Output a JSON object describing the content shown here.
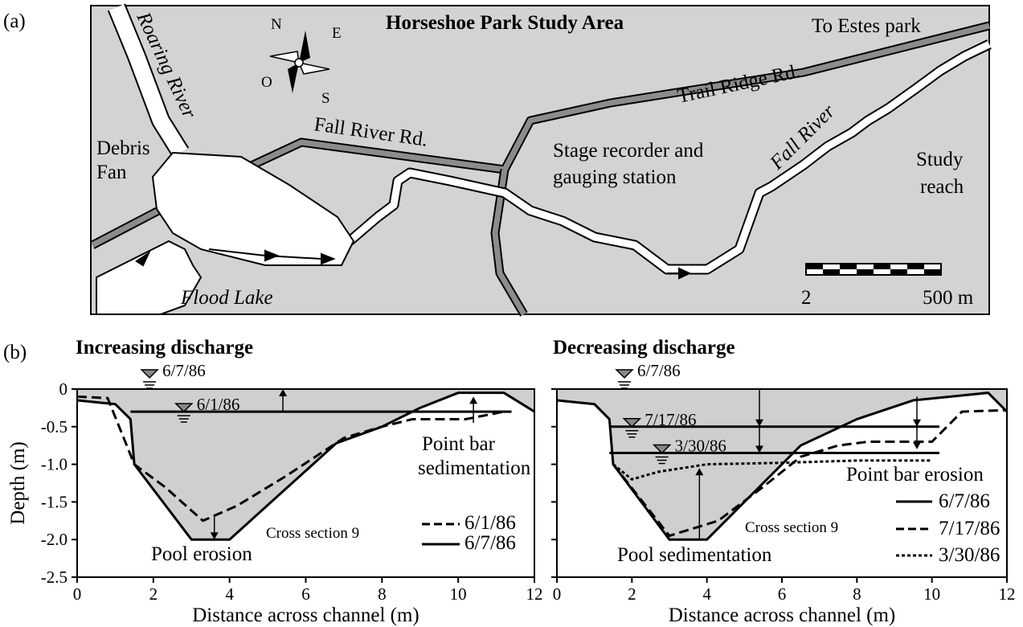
{
  "panel_a": {
    "label": "(a)",
    "title": "Horseshoe Park Study Area",
    "to_estes": "To Estes park",
    "roads": [
      "Trail Ridge Rd.",
      "Fall River Rd."
    ],
    "rivers": [
      "Roaring River",
      "Fall River"
    ],
    "debris_fan": [
      "Debris",
      "Fan"
    ],
    "stage_recorder": [
      "Stage recorder and",
      "gauging station"
    ],
    "study_reach": [
      "Study",
      "reach"
    ],
    "flood_lake": "Flood Lake",
    "compass": [
      "N",
      "E",
      "S",
      "O"
    ],
    "scale": {
      "left": "2",
      "right": "500 m"
    }
  },
  "panel_b": {
    "label": "(b)",
    "left": {
      "title": "Increasing discharge",
      "stage_labels": [
        "6/7/86",
        "6/1/86"
      ],
      "annotations": [
        "Point bar",
        "sedimentation",
        "Pool erosion",
        "Cross section 9"
      ],
      "legend": [
        {
          "label": "6/1/86",
          "style": "dash"
        },
        {
          "label": "6/7/86",
          "style": "solid"
        }
      ]
    },
    "right": {
      "title": "Decreasing discharge",
      "stage_labels": [
        "6/7/86",
        "7/17/86",
        "3/30/86"
      ],
      "annotations": [
        "Point bar erosion",
        "Pool sedimentation",
        "Cross section 9"
      ],
      "legend": [
        {
          "label": "6/7/86",
          "style": "solid"
        },
        {
          "label": "7/17/86",
          "style": "dash"
        },
        {
          "label": "3/30/86",
          "style": "dot"
        }
      ]
    }
  },
  "chart_data": [
    {
      "type": "line",
      "title": "Increasing discharge",
      "xlabel": "Distance across channel (m)",
      "ylabel": "Depth (m)",
      "xlim": [
        0,
        12
      ],
      "ylim": [
        -2.5,
        0
      ],
      "xticks": [
        0,
        2,
        4,
        6,
        8,
        10,
        12
      ],
      "yticks": [
        "0",
        "-0.5",
        "-1.0",
        "-1.5",
        "-2.0",
        "-2.5"
      ],
      "water_levels": [
        {
          "date": "6/7/86",
          "depth": 0
        },
        {
          "date": "6/1/86",
          "depth": -0.3
        }
      ],
      "series": [
        {
          "name": "6/1/86",
          "style": "dash",
          "x": [
            0,
            0.8,
            1.5,
            2.3,
            3.3,
            4.2,
            5.5,
            7.0,
            8.0,
            8.8,
            10.2,
            11.2
          ],
          "y": [
            -0.1,
            -0.12,
            -1.0,
            -1.3,
            -1.75,
            -1.55,
            -1.15,
            -0.65,
            -0.5,
            -0.4,
            -0.4,
            -0.3
          ]
        },
        {
          "name": "6/7/86",
          "style": "solid",
          "x": [
            0,
            1.0,
            1.4,
            1.5,
            3.0,
            4.0,
            6.8,
            8.0,
            9.0,
            10.0,
            11.2,
            12.0
          ],
          "y": [
            -0.15,
            -0.2,
            -0.4,
            -1.0,
            -2.0,
            -2.0,
            -0.72,
            -0.5,
            -0.25,
            -0.05,
            -0.05,
            -0.3
          ]
        }
      ]
    },
    {
      "type": "line",
      "title": "Decreasing discharge",
      "xlabel": "Distance across channel (m)",
      "ylabel": "",
      "xlim": [
        0,
        12
      ],
      "ylim": [
        -2.5,
        0
      ],
      "xticks": [
        0,
        2,
        4,
        6,
        8,
        10,
        12
      ],
      "yticks": [],
      "water_levels": [
        {
          "date": "6/7/86",
          "depth": 0
        },
        {
          "date": "7/17/86",
          "depth": -0.5
        },
        {
          "date": "3/30/86",
          "depth": -0.85
        }
      ],
      "series": [
        {
          "name": "6/7/86",
          "style": "solid",
          "x": [
            0,
            1.0,
            1.4,
            1.5,
            3.0,
            4.0,
            6.5,
            8.0,
            9.5,
            10.5,
            11.5,
            12.0
          ],
          "y": [
            -0.15,
            -0.2,
            -0.4,
            -1.0,
            -2.0,
            -2.0,
            -0.75,
            -0.4,
            -0.15,
            -0.1,
            -0.05,
            -0.3
          ]
        },
        {
          "name": "7/17/86",
          "style": "dash",
          "x": [
            1.5,
            3.0,
            4.3,
            5.5,
            6.5,
            7.5,
            8.3,
            10.0,
            10.8,
            12.0
          ],
          "y": [
            -1.0,
            -1.95,
            -1.75,
            -1.3,
            -0.9,
            -0.75,
            -0.7,
            -0.7,
            -0.3,
            -0.28
          ]
        },
        {
          "name": "3/30/86",
          "style": "dot",
          "x": [
            1.5,
            2.0,
            2.7,
            4.0,
            6.0,
            8.0,
            10.0
          ],
          "y": [
            -1.0,
            -1.2,
            -1.1,
            -1.0,
            -0.98,
            -0.95,
            -0.95
          ]
        }
      ]
    }
  ]
}
